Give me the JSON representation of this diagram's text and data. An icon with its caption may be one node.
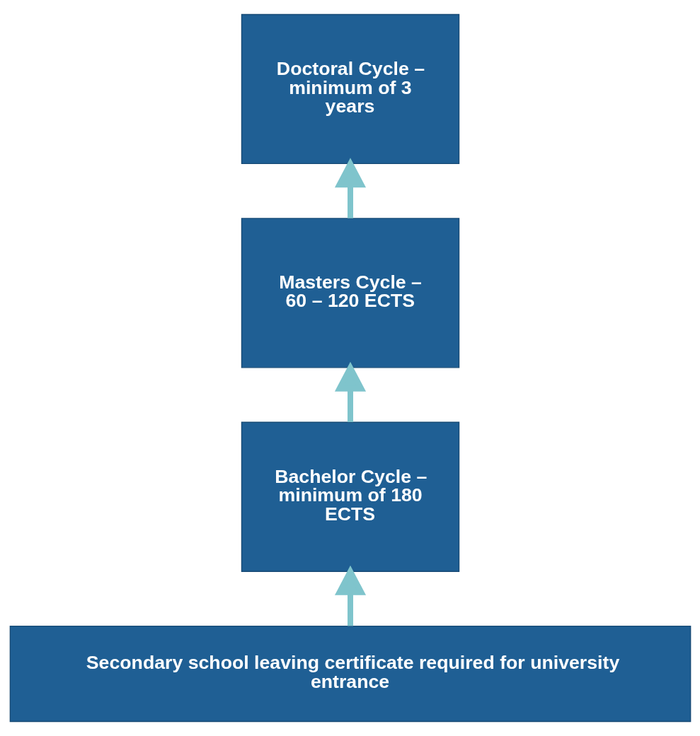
{
  "diagram": {
    "nodes": [
      {
        "text": [
          "Doctoral Cycle – minimum of 3 years"
        ]
      },
      {
        "text": [
          "Masters Cycle – 60 – 120 ECTS"
        ]
      },
      {
        "text": [
          "Bachelor Cycle – minimum of 180 ECTS"
        ]
      },
      {
        "text": [
          "Secondary school leaving certificate required for university entrance"
        ]
      }
    ],
    "edges": [
      {
        "from": 3,
        "to": 2,
        "arrow": "to"
      },
      {
        "from": 2,
        "to": 1,
        "arrow": "to"
      },
      {
        "from": 1,
        "to": 0,
        "arrow": "to"
      }
    ]
  }
}
